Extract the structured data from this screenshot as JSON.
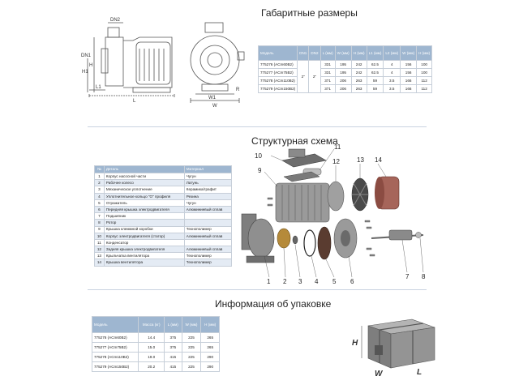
{
  "sections": {
    "dimensions": "Габаритные размеры",
    "structure": "Структурная схема",
    "packing": "Информация об упаковке"
  },
  "drawing_labels": {
    "dn2": "DN2",
    "dn1": "DN1",
    "h1": "H1",
    "h": "H",
    "l1": "L1",
    "l": "L",
    "w1": "W1",
    "w": "W",
    "r": "R"
  },
  "dims_table": {
    "headers": [
      "Модель",
      "DN1",
      "DN2",
      "L (мм)",
      "W (мм)",
      "H (мм)",
      "L1 (мм)",
      "L2 (мм)",
      "W (мм)",
      "H (мм)"
    ],
    "dn1": "2\"",
    "dn2": "2\"",
    "rows": [
      [
        "775276 (ACm60B2)",
        "331",
        "195",
        "242",
        "62.5",
        "4",
        "156",
        "100"
      ],
      [
        "775277 (ACm75B2)",
        "331",
        "195",
        "242",
        "62.5",
        "4",
        "156",
        "100"
      ],
      [
        "775278 (ACm110B2)",
        "371",
        "206",
        "263",
        "59",
        "3.5",
        "166",
        "112"
      ],
      [
        "775279 (ACm150B2)",
        "371",
        "206",
        "263",
        "59",
        "3.5",
        "166",
        "112"
      ]
    ]
  },
  "parts_table": {
    "headers": [
      "№",
      "Деталь",
      "Материал"
    ],
    "rows": [
      [
        "1",
        "Корпус насосной части",
        "Чугун"
      ],
      [
        "2",
        "Рабочее колесо",
        "Латунь"
      ],
      [
        "3",
        "Механическое уплотнение",
        "Керамика/графит"
      ],
      [
        "4",
        "Уплотнительное кольцо \"О\" профиля",
        "Резина"
      ],
      [
        "5",
        "Отражатель",
        "Чугун"
      ],
      [
        "6",
        "Передняя крышка электродвигателя",
        "Алюминиевый сплав"
      ],
      [
        "7",
        "Подшипник",
        ""
      ],
      [
        "8",
        "Ротор",
        ""
      ],
      [
        "9",
        "Крышка клеммной коробки",
        "Технополимер"
      ],
      [
        "10",
        "Корпус электродвигателя (статор)",
        "Алюминиевый сплав"
      ],
      [
        "11",
        "Конденсатор",
        ""
      ],
      [
        "12",
        "Задняя крышка электродвигателя",
        "Алюминиевый сплав"
      ],
      [
        "13",
        "Крыльчатка вентилятора",
        "Технополимер"
      ],
      [
        "14",
        "Крышка вентилятора",
        "Технополимер"
      ]
    ]
  },
  "exploded_numbers": [
    "1",
    "2",
    "3",
    "4",
    "5",
    "6",
    "7",
    "8",
    "9",
    "10",
    "11",
    "12",
    "13",
    "14"
  ],
  "pack_table": {
    "headers": [
      "Модель",
      "Масса (кг)",
      "L (мм)",
      "W (мм)",
      "H (мм)"
    ],
    "rows": [
      [
        "775276 (ACm60B2)",
        "14.4",
        "375",
        "225",
        "265"
      ],
      [
        "775277 (ACm75B2)",
        "15.0",
        "375",
        "225",
        "265"
      ],
      [
        "775278 (ACm110B2)",
        "19.0",
        "415",
        "225",
        "290"
      ],
      [
        "775279 (ACm150B2)",
        "20.2",
        "415",
        "225",
        "290"
      ]
    ]
  },
  "box_labels": {
    "h": "H",
    "w": "W",
    "l": "L"
  },
  "colors": {
    "header_blue": "#9eb6d0",
    "row_alt": "#e4ebf4",
    "box_gray": "#8e8e8e"
  }
}
